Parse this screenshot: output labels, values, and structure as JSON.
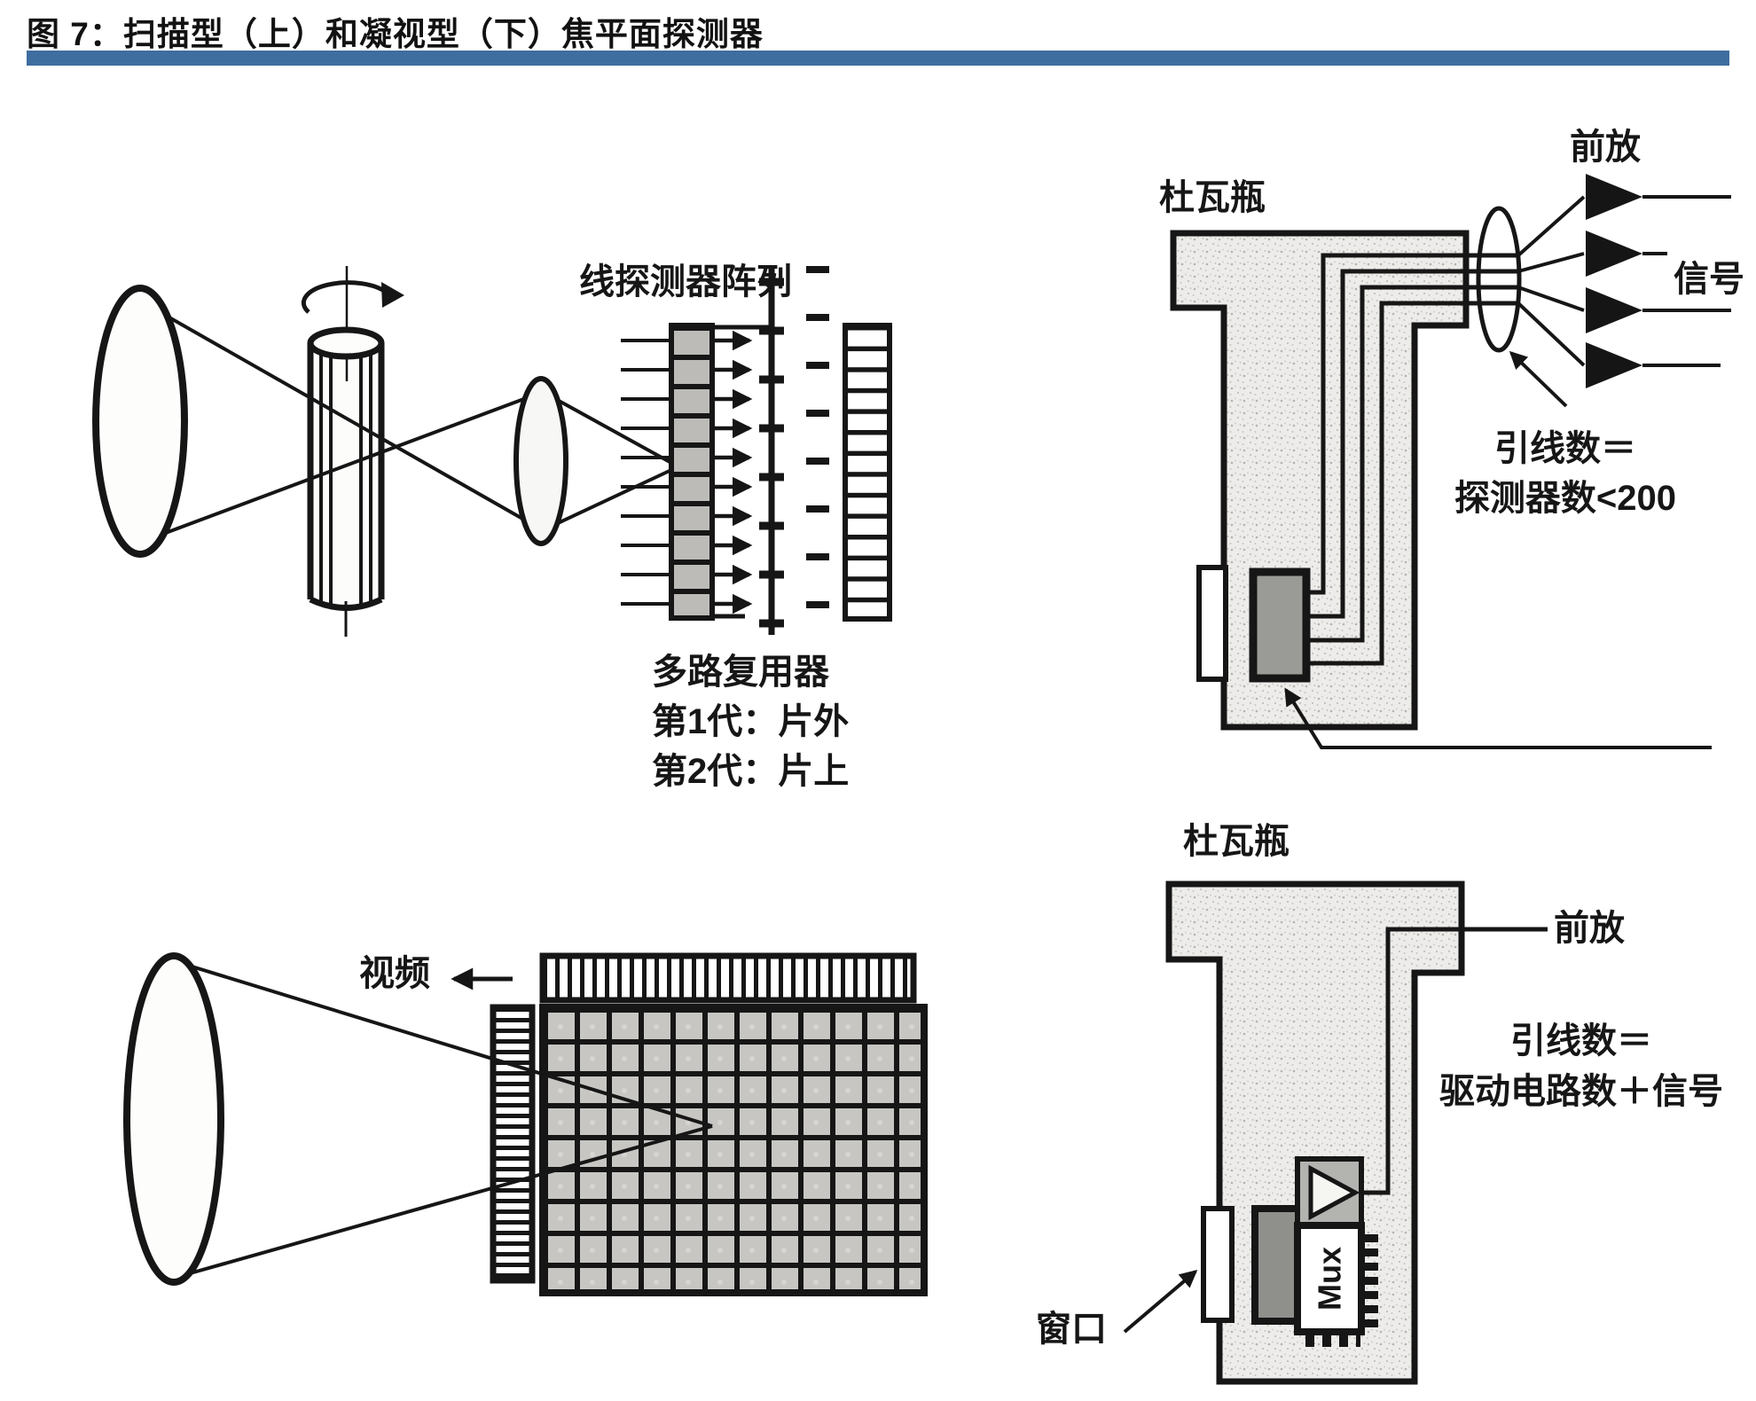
{
  "figure": {
    "title": "图 7：扫描型（上）和凝视型（下）焦平面探测器",
    "accent_color": "#3e6d9f"
  },
  "top_left": {
    "array_label": "线探测器阵列",
    "mux_title": "多路复用器",
    "mux_gen1": "第1代：片外",
    "mux_gen2": "第2代：片上"
  },
  "top_right": {
    "dewar_label": "杜瓦瓶",
    "preamp_label": "前放",
    "signal_label": "信号",
    "leads_line1": "引线数＝",
    "leads_line2": "探测器数<200"
  },
  "bottom_left": {
    "video_label": "视频"
  },
  "bottom_right": {
    "dewar_label": "杜瓦瓶",
    "preamp_label": "前放",
    "leads_line1": "引线数＝",
    "leads_line2": "驱动电路数＋信号",
    "window_label": "窗口",
    "mux_label": "Mux"
  }
}
